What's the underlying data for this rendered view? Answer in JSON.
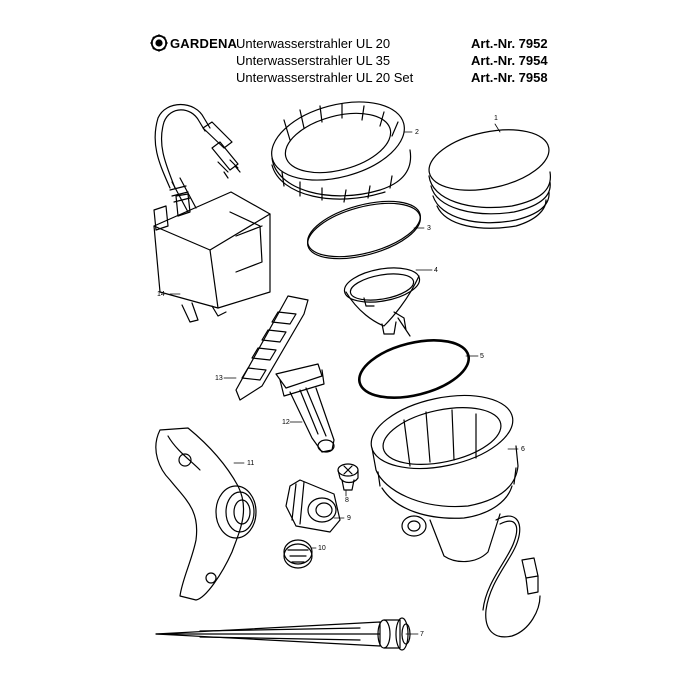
{
  "header": {
    "brand": "GARDENA",
    "products": [
      {
        "name": "Unterwasserstrahler UL 20",
        "art": "Art.-Nr. 7952"
      },
      {
        "name": "Unterwasserstrahler UL 35",
        "art": "Art.-Nr. 7954"
      },
      {
        "name": "Unterwasserstrahler UL 20 Set",
        "art": "Art.-Nr. 7958"
      }
    ]
  },
  "parts": [
    {
      "label": "1"
    },
    {
      "label": "2"
    },
    {
      "label": "3"
    },
    {
      "label": "4"
    },
    {
      "label": "5"
    },
    {
      "label": "6"
    },
    {
      "label": "7"
    },
    {
      "label": "8"
    },
    {
      "label": "9"
    },
    {
      "label": "10"
    },
    {
      "label": "11"
    },
    {
      "label": "12"
    },
    {
      "label": "13"
    },
    {
      "label": "14"
    }
  ]
}
